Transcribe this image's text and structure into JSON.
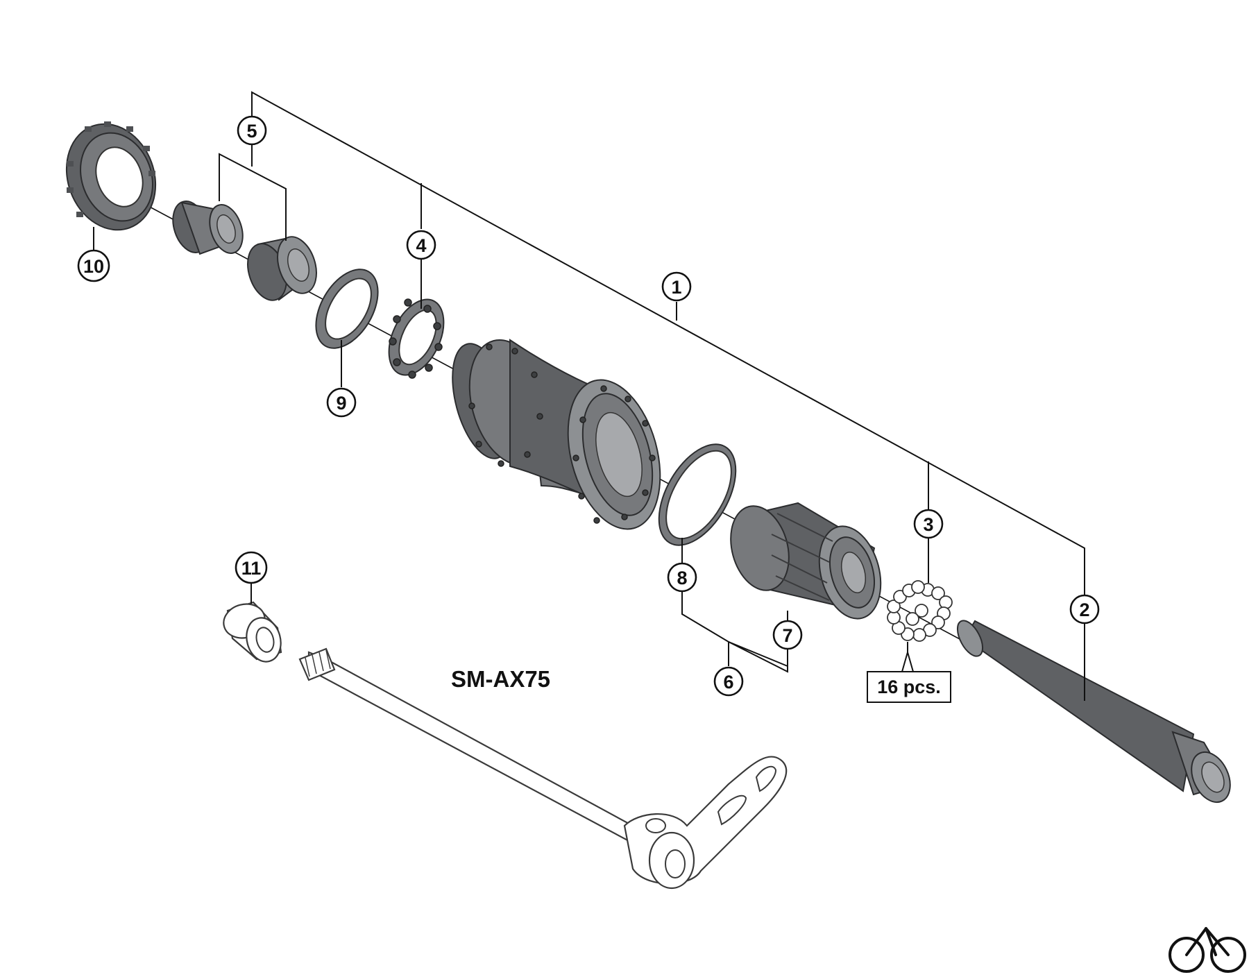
{
  "diagram": {
    "model": "SM-AX75",
    "quantity_note": "16 pcs.",
    "callouts": [
      "1",
      "2",
      "3",
      "4",
      "5",
      "6",
      "7",
      "8",
      "9",
      "10",
      "11"
    ]
  },
  "logo": {
    "icon": "bicycle-icon"
  }
}
